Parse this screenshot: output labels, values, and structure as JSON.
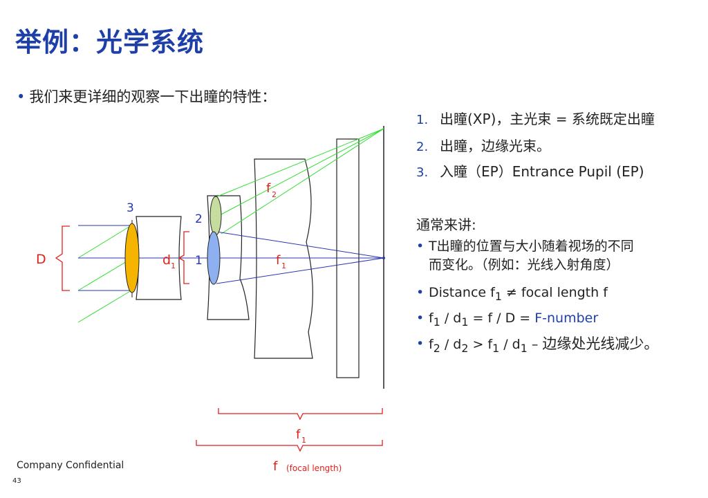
{
  "title": "举例：光学系统",
  "intro": "我们来更详细的观察一下出瞳的特性：",
  "numbered": [
    {
      "num": "1.",
      "text": "出瞳(XP)，主光束 = 系统既定出瞳"
    },
    {
      "num": "2.",
      "text": "出瞳，边缘光束。"
    },
    {
      "num": "3.",
      "text": "入瞳（EP）Entrance Pupil (EP)"
    }
  ],
  "sub_heading": "通常来讲:",
  "bullets": {
    "b1_line1": "T出瞳的位置与大小随着视场的不同",
    "b1_line2": "而变化。（例如：光线入射角度）",
    "b2_a": "Distance f",
    "b2_sub": "1",
    "b2_b": " ≠ focal length f",
    "b3_a": "f",
    "b3_sub1": "1",
    "b3_b": " / d",
    "b3_sub2": "1",
    "b3_c": " = f / D = ",
    "b3_blue": "F-number",
    "b4_a": "f",
    "b4_sub1": "2",
    "b4_b": " / d",
    "b4_sub2": "2",
    "b4_c": " > f",
    "b4_sub3": "1",
    "b4_d": " / d",
    "b4_sub4": "1",
    "b4_e": " – ",
    "b4_f": "边缘处光线减少。"
  },
  "diagram": {
    "label_D": "D",
    "label_3": "3",
    "label_2": "2",
    "label_1": "1",
    "label_d": "d",
    "label_d_sub": "1",
    "label_f2": "f",
    "label_f2_sub": "2",
    "label_f1": "f",
    "label_f1_sub": "1",
    "bracket_f1": "f",
    "bracket_f1_sub": "1",
    "bracket_f": "f",
    "bracket_f_note": "(focal length)"
  },
  "colors": {
    "title": "#1f3fa8",
    "red": "#e0201b",
    "green": "#33dd33",
    "blue": "#2a35b0",
    "yellow": "#f5b400",
    "lens_blue": "#8fb0f0",
    "lens_green": "#c5dea0"
  },
  "footer": "Company Confidential",
  "page_number": "43"
}
